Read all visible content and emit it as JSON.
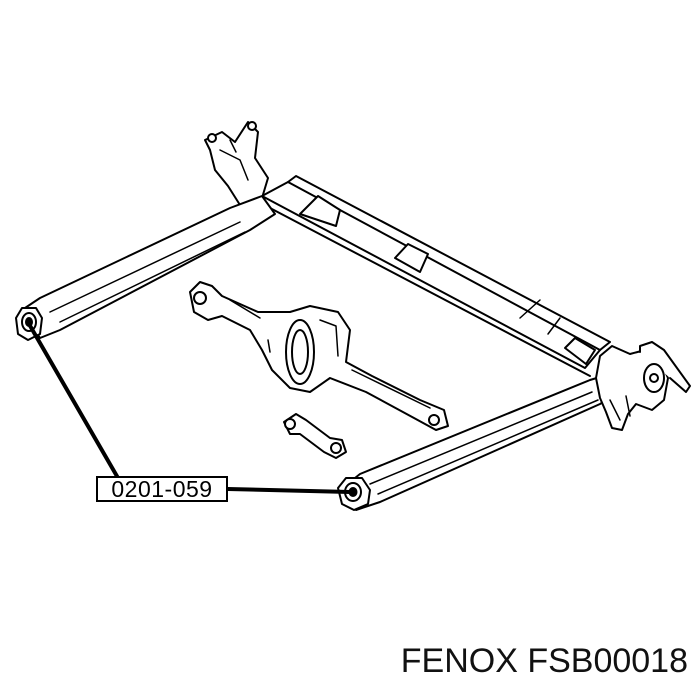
{
  "diagram": {
    "part_number": "0201-059",
    "footer": {
      "brand": "FENOX",
      "article": "FSB00018"
    }
  }
}
